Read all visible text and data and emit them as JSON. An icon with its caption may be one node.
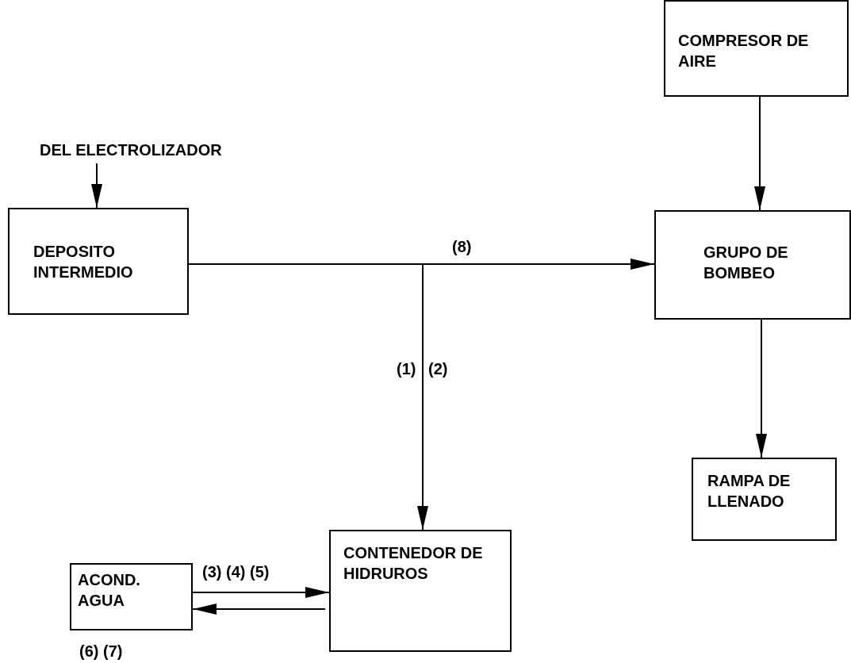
{
  "diagram": {
    "nodes": [
      {
        "text": [
          "DEPOSITO INTERMEDIO"
        ]
      },
      {
        "text": [
          "COMPRESOR DE AIRE"
        ]
      },
      {
        "text": [
          "GRUPO DE BOMBEO"
        ]
      },
      {
        "text": [
          "RAMPA DE LLENADO"
        ]
      },
      {
        "text": [
          "CONTENEDOR DE HIDRUROS"
        ]
      },
      {
        "text": [
          "ACOND. AGUA"
        ]
      },
      {
        "text": [
          "DEL ELECTROLIZADOR"
        ]
      }
    ],
    "edges": [
      {
        "from": 6,
        "to": 0,
        "arrow": "to"
      },
      {
        "from": 0,
        "to": 2,
        "arrow": "to",
        "label": "(8)"
      },
      {
        "from": 0,
        "to": 4,
        "arrow": "to"
      },
      {
        "from": 1,
        "to": 2,
        "arrow": "to"
      },
      {
        "from": 2,
        "to": 3,
        "arrow": "to"
      },
      {
        "from": 5,
        "to": 4,
        "arrow": "to",
        "label": "(3) (4) (5)"
      },
      {
        "from": 4,
        "to": 5,
        "arrow": "to"
      }
    ],
    "labels": [
      "(1)",
      "(2)",
      "(6) (7)"
    ]
  }
}
